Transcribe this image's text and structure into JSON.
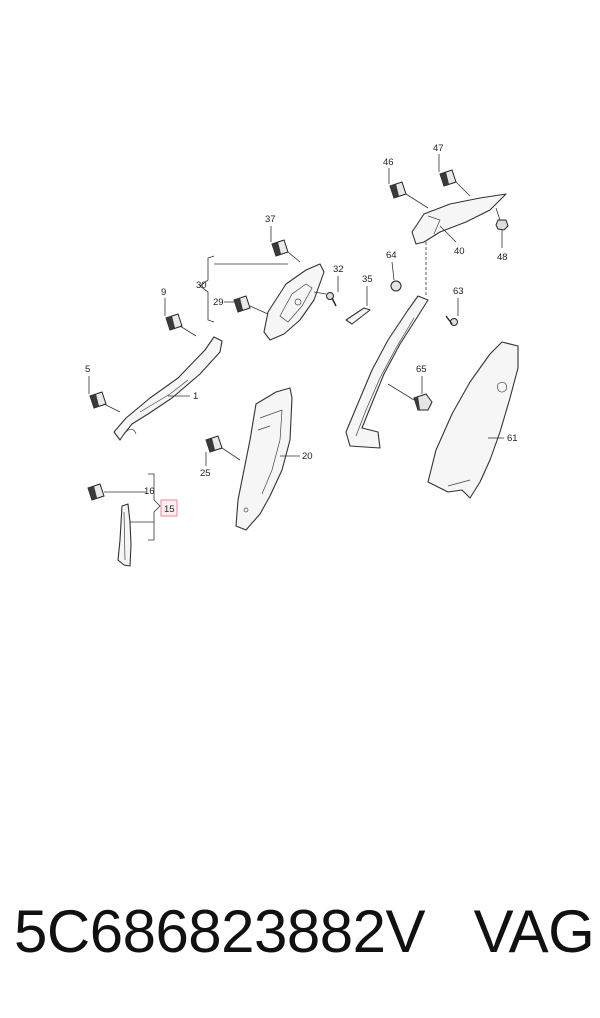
{
  "callouts": {
    "c1": "1",
    "c5": "5",
    "c9": "9",
    "c15": "15",
    "c16": "16",
    "c20": "20",
    "c25": "25",
    "c29": "29",
    "c30": "30",
    "c32": "32",
    "c35": "35",
    "c37": "37",
    "c40": "40",
    "c46": "46",
    "c47": "47",
    "c48": "48",
    "c61": "61",
    "c63": "63",
    "c64": "64",
    "c65": "65"
  },
  "highlight_color": "#e88a9a",
  "footer": {
    "part_number": "5C686823882V",
    "brand": "VAG"
  }
}
